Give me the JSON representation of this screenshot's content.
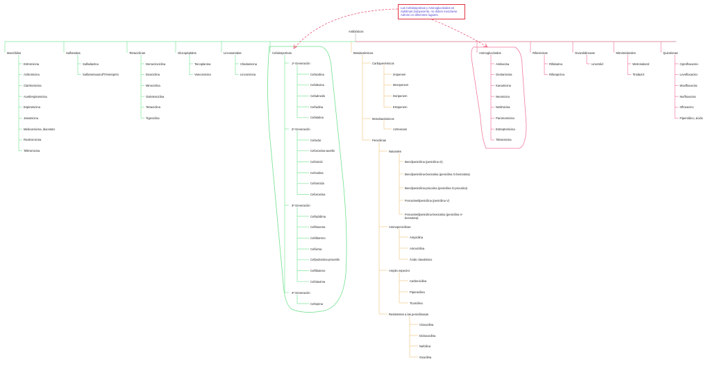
{
  "note": "Las Cefalosporinas y Aminoglucósidos es Sublimas (subyacente, no deben mezclarse. Admón en diferentes lugares.",
  "root": "Antibióticos",
  "colors": {
    "green": "#7ee69a",
    "orange": "#f3c98a",
    "pink": "#f07a9a",
    "red_dash": "#ee5577",
    "gray": "#bbbbbb"
  },
  "macrolidos": {
    "label": "Macrólidos",
    "items": [
      "Eritromicina",
      "Azitromicina",
      "Claritromicina",
      "Acetilespiramicina",
      "Espiramicina",
      "Josamicina",
      "Midecamicina, diacetato",
      "Roxitromicina",
      "Telitromicina"
    ]
  },
  "sulfamidas": {
    "label": "Sulfamidas",
    "items": [
      "Sulfadiazina",
      "Sulfametoxazol/Trimetoprim"
    ]
  },
  "tetraciclinas": {
    "label": "Tetraciclinas",
    "items": [
      "Demeclociclina",
      "Doxiciclina",
      "Minociclina",
      "Oxitetraciclina",
      "Tetraciclina",
      "Tigeciclina"
    ]
  },
  "glucopeptidos": {
    "label": "Glucopéptidos",
    "items": [
      "Teicoplanina",
      "Vancomicina"
    ]
  },
  "lincosamidas": {
    "label": "Lincosamidas",
    "items": [
      "Clindamicina",
      "Lincomicina"
    ]
  },
  "cefalosporinas": {
    "label": "Cefalosporinas",
    "gen1": {
      "label": "1ª Generación",
      "items": [
        "Cefazolina",
        "Cefalexina",
        "Cefadroxilo",
        "Cefradina",
        "Cefalotina"
      ]
    },
    "gen2": {
      "label": "2ª Generación",
      "items": [
        "Cefaclor",
        "Cefuroxima-axetilo",
        "Cefonicid",
        "Cefoxitina",
        "Cefonicida",
        "Cefuroxima"
      ]
    },
    "gen3": {
      "label": "3ª Generación",
      "items": [
        "Ceftazidima",
        "Ceftriaxona",
        "Cefditoreno",
        "Cefixima",
        "Cefpodoxima-proxetilo",
        "Ceftibuteno",
        "Cefotaxima"
      ]
    },
    "gen4": {
      "label": "4ª Generación",
      "items": [
        "Cefepima"
      ]
    }
  },
  "betalactamicos": {
    "label": "Betalactámicos",
    "carbapenemicos": {
      "label": "Carbapenémicos",
      "items": [
        "Imipenem",
        "Meropenem",
        "Doripenem",
        "Ertapenem"
      ]
    },
    "monobactamicos": {
      "label": "Monobactámicos",
      "items": [
        "Aztreonam"
      ]
    },
    "penicilinas": {
      "label": "Penicilinas",
      "naturales": {
        "label": "Naturales",
        "items": [
          "Bencilpenicilina (penicilina G)",
          "Bencilpenicilina-benzatina (penicilina G-benzatina)",
          "Bencilpenicilina-procaína (penicilina G-procaína)",
          "Fenoximetilpenicilina (penicilina V)",
          "Fenoximetilpenicilina-benzatina (penicilina V-benzatina)"
        ]
      },
      "aminopenicilinas": {
        "label": "Aminopenicilinas",
        "items": [
          "Ampicilina",
          "Amoxicilina",
          "Ácido clavulánico"
        ]
      },
      "amplio": {
        "label": "Amplio espectro",
        "items": [
          "Carbenicilina",
          "Piperacilina",
          "Ticarcilina"
        ]
      },
      "resistentes": {
        "label": "Resistentes a las penicilinasas",
        "items": [
          "Cloxacilina",
          "Dicloxacilina",
          "Nafcilina",
          "Oxacilina"
        ]
      }
    }
  },
  "aminoglucosidos": {
    "label": "Aminoglucósidos",
    "items": [
      "Amikacina",
      "Gentamicina",
      "Kanamicina",
      "Neomicina",
      "Netilmicina",
      "Paromomicina",
      "Estreptomicina",
      "Tobramicina"
    ]
  },
  "rifamicinas": {
    "label": "Rifamicinas",
    "items": [
      "Rifabutina",
      "Rifampicina"
    ]
  },
  "oxazolidinonas": {
    "label": "Oxazolidinonas",
    "items": [
      "Linezolid"
    ]
  },
  "nitroimidazoles": {
    "label": "Nitroimidazoles",
    "items": [
      "Metronidazol",
      "Tinidazol"
    ]
  },
  "quinolonas": {
    "label": "Quinolonas",
    "items": [
      "Ciprofloxacino",
      "Levofloxacino",
      "Moxifloxacino",
      "Norfloxacino",
      "Ofloxacino",
      "Pipemídico, ácido"
    ]
  }
}
